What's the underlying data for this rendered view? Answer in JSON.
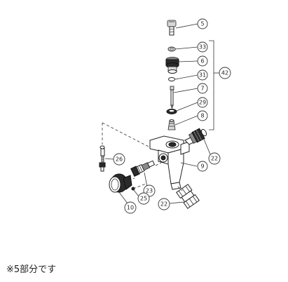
{
  "diagram": {
    "callouts": [
      {
        "label": "5"
      },
      {
        "label": "33"
      },
      {
        "label": "6"
      },
      {
        "label": "31"
      },
      {
        "label": "7"
      },
      {
        "label": "29"
      },
      {
        "label": "8"
      },
      {
        "label": "42"
      },
      {
        "label": "26"
      },
      {
        "label": "22"
      },
      {
        "label": "9"
      },
      {
        "label": "23"
      },
      {
        "label": "25"
      },
      {
        "label": "10"
      },
      {
        "label": "22"
      }
    ],
    "note": "※5部分です"
  }
}
